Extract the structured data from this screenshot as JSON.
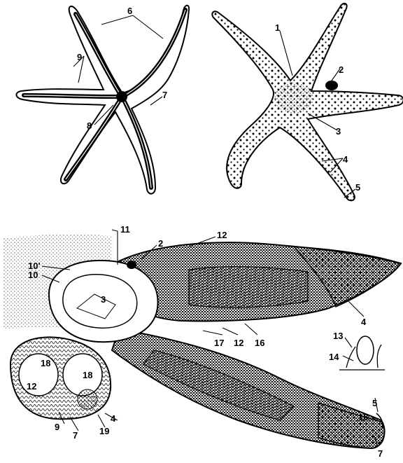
{
  "figure": {
    "labels": [
      {
        "id": "l1",
        "text": "1"
      },
      {
        "id": "l2a",
        "text": "2"
      },
      {
        "id": "l3a",
        "text": "3"
      },
      {
        "id": "l4a",
        "text": "4"
      },
      {
        "id": "l5a",
        "text": "5"
      },
      {
        "id": "l6",
        "text": "6"
      },
      {
        "id": "l7a",
        "text": "7"
      },
      {
        "id": "l8",
        "text": "8"
      },
      {
        "id": "l9a",
        "text": "9"
      },
      {
        "id": "l11",
        "text": "11"
      },
      {
        "id": "l2b",
        "text": "2"
      },
      {
        "id": "l12a",
        "text": "12"
      },
      {
        "id": "l10p",
        "text": "10'"
      },
      {
        "id": "l10",
        "text": "10"
      },
      {
        "id": "l3b",
        "text": "3"
      },
      {
        "id": "l4b",
        "text": "4"
      },
      {
        "id": "l13",
        "text": "13"
      },
      {
        "id": "l14",
        "text": "14"
      },
      {
        "id": "l17",
        "text": "17"
      },
      {
        "id": "l12b",
        "text": "12"
      },
      {
        "id": "l16",
        "text": "16"
      },
      {
        "id": "l18a",
        "text": "18"
      },
      {
        "id": "l18b",
        "text": "18"
      },
      {
        "id": "l12c",
        "text": "12"
      },
      {
        "id": "l4c",
        "text": "4"
      },
      {
        "id": "l9b",
        "text": "9"
      },
      {
        "id": "l7b",
        "text": "7"
      },
      {
        "id": "l19",
        "text": "19"
      },
      {
        "id": "l5b",
        "text": "5"
      },
      {
        "id": "l15",
        "text": "15"
      },
      {
        "id": "l7c",
        "text": "7"
      }
    ]
  },
  "colors": {
    "ink": "#000000",
    "paper": "#ffffff"
  }
}
